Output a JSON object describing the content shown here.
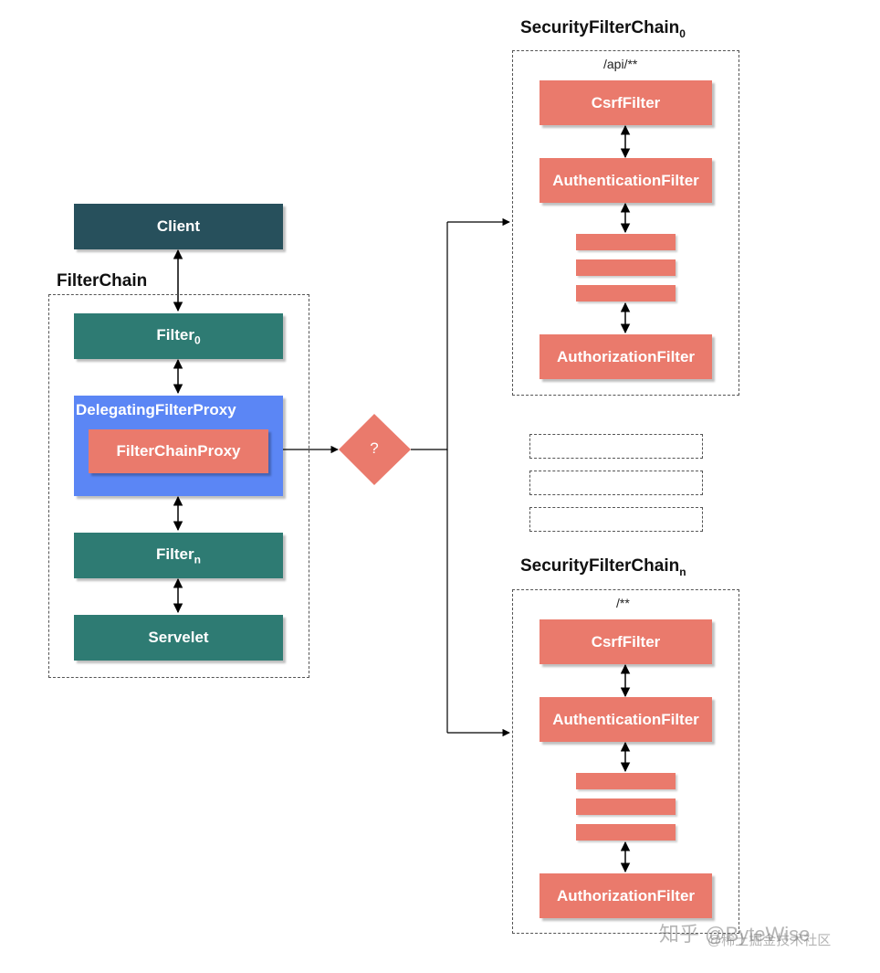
{
  "client": {
    "label": "Client"
  },
  "filter_chain": {
    "title": "FilterChain",
    "filter0": {
      "label": "Filter",
      "sub": "0"
    },
    "delegating_proxy": {
      "label": "DelegatingFilterProxy"
    },
    "filter_chain_proxy": {
      "label": "FilterChainProxy"
    },
    "filtern": {
      "label": "Filter",
      "sub": "n"
    },
    "servlet": {
      "label": "Servelet"
    }
  },
  "decision": {
    "label": "?"
  },
  "chain0": {
    "title": "SecurityFilterChain",
    "sub": "0",
    "pattern": "/api/**",
    "csrf": "CsrfFilter",
    "authn": "AuthenticationFilter",
    "authz": "AuthorizationFilter"
  },
  "chainn": {
    "title": "SecurityFilterChain",
    "sub": "n",
    "pattern": "/**",
    "csrf": "CsrfFilter",
    "authn": "AuthenticationFilter",
    "authz": "AuthorizationFilter"
  },
  "watermark": {
    "main": "知乎 @ByteWise",
    "sub": "@稀土掘金技术社区"
  },
  "colors": {
    "teal": "#2e7b73",
    "navy": "#27505c",
    "salmon": "#ea7a6c",
    "blue": "#5b86f5"
  }
}
